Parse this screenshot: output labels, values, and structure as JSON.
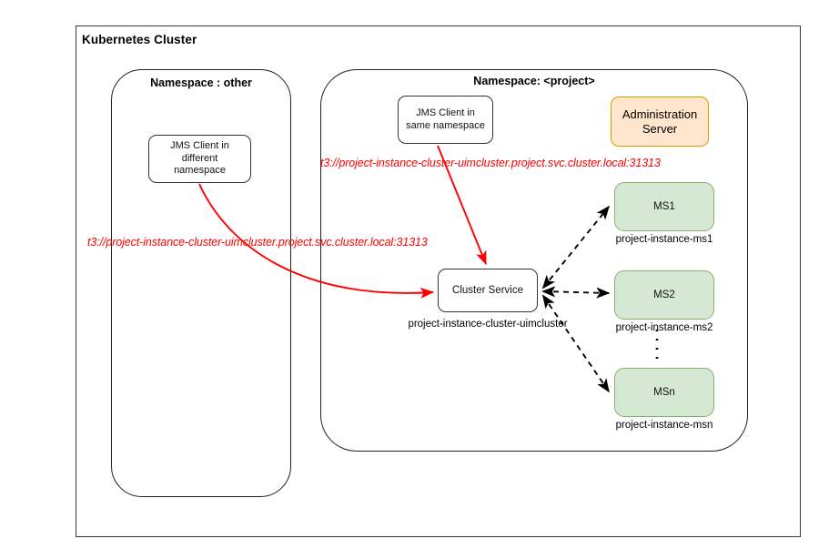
{
  "diagram": {
    "title": "Kubernetes Cluster",
    "namespaces": [
      {
        "id": "other",
        "title": "Namespace : other"
      },
      {
        "id": "project",
        "title": "Namespace: <project>"
      }
    ],
    "nodes": {
      "jms_client_other": "JMS Client in different namespace",
      "jms_client_same": "JMS Client in same namespace",
      "admin_server": "Administration Server",
      "cluster_service": "Cluster Service",
      "ms1": "MS1",
      "ms2": "MS2",
      "msn": "MSn"
    },
    "captions": {
      "cluster_service": "project-instance-cluster-uimcluster",
      "ms1": "project-instance-ms1",
      "ms2": "project-instance-ms2",
      "msn": "project-instance-msn"
    },
    "connections": [
      {
        "from": "jms_client_same",
        "to": "cluster_service",
        "label": "t3://project-instance-cluster-uimcluster.project.svc.cluster.local:31313",
        "style": "solid",
        "color": "#ff0000"
      },
      {
        "from": "jms_client_other",
        "to": "cluster_service",
        "label": "t3://project-instance-cluster-uimcluster.project.svc.cluster.local:31313",
        "style": "curved-solid",
        "color": "#ff0000"
      },
      {
        "from": "cluster_service",
        "to": "ms1",
        "style": "dashed",
        "color": "#000000"
      },
      {
        "from": "cluster_service",
        "to": "ms2",
        "style": "dashed",
        "color": "#000000"
      },
      {
        "from": "cluster_service",
        "to": "msn",
        "style": "dashed",
        "color": "#000000"
      }
    ],
    "ellipsis": "vertical-dots-between-ms2-and-msn",
    "colors": {
      "managed_server_fill": "#d5e8d4",
      "managed_server_stroke": "#82b366",
      "admin_server_fill": "#ffe6cc",
      "admin_server_stroke": "#d79b00",
      "connection_red": "#ff0000",
      "frame_stroke": "#333333"
    }
  }
}
